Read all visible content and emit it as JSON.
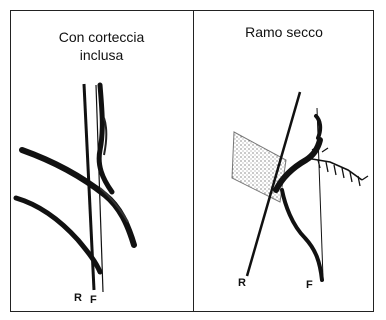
{
  "panels": [
    {
      "title_lines": [
        "Con corteccia",
        "inclusa"
      ],
      "labels": {
        "r": "R",
        "f": "F"
      }
    },
    {
      "title_lines": [
        "Ramo secco"
      ],
      "labels": {
        "r": "R",
        "f": "F"
      }
    }
  ]
}
